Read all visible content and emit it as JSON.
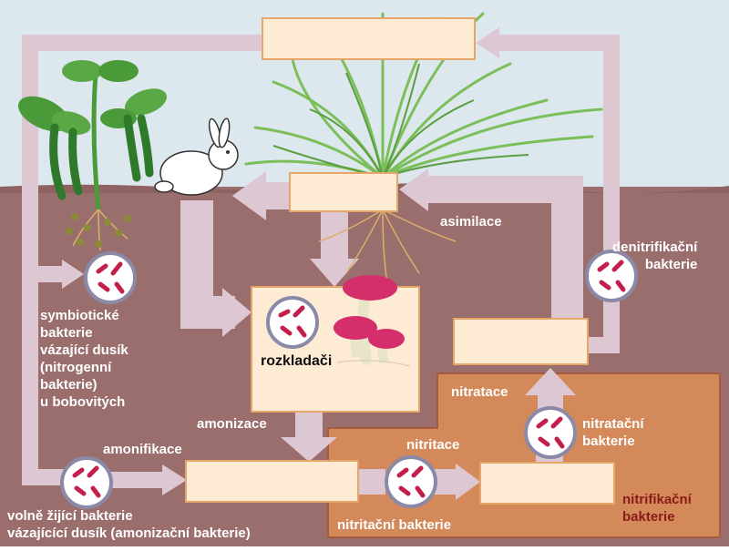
{
  "labels": {
    "asimilace": "asimilace",
    "denitrifikacni": "denitrifikační\nbakterie",
    "symbioticke": "symbiotické\nbakterie\nvázající dusík\n(nitrogenní\nbakterie)\nu bobovitých",
    "rozkladaci": "rozkladači",
    "amonizace": "amonizace",
    "amonifikace": "amonifikace",
    "nitratace": "nitratace",
    "nitratacni": "nitratační\nbakterie",
    "nitritace": "nitritace",
    "nitritacni": "nitritační bakterie",
    "nitrifikacni": "nitrifikační\nbakterie",
    "volne": "volně žijící bakterie\nvázajícící dusík (amonizační bakterie)"
  },
  "colors": {
    "sky": "#dde7ee",
    "soil": "#9b6e6e",
    "arrow": "#ddc7d2",
    "nitrifying_zone": "#d4895a",
    "box_fill": "#fdebd4",
    "box_border": "#e6a66a",
    "bacteria": "#c41e4a",
    "mushroom_cap": "#d42f6b",
    "leaf": "#4a9a3a",
    "grass": "#7bbf5a"
  }
}
